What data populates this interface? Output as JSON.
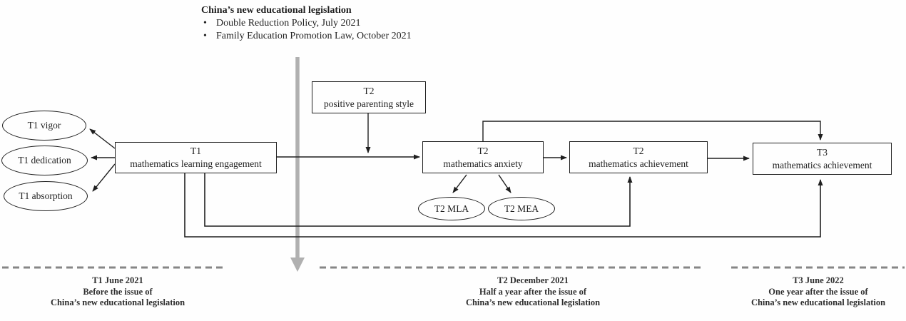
{
  "header": {
    "title": "China’s new educational legislation",
    "bullet_glyph": "•",
    "bullets": [
      "Double Reduction Policy, July 2021",
      "Family Education Promotion Law, October 2021"
    ]
  },
  "boxes": {
    "engagement": {
      "line1": "T1",
      "line2": "mathematics learning engagement"
    },
    "parenting": {
      "line1": "T2",
      "line2": "positive parenting style"
    },
    "anxiety": {
      "line1": "T2",
      "line2": "mathematics anxiety"
    },
    "achievement_t2": {
      "line1": "T2",
      "line2": "mathematics achievement"
    },
    "achievement_t3": {
      "line1": "T3",
      "line2": "mathematics achievement"
    }
  },
  "ellipses": {
    "vigor": "T1 vigor",
    "dedication": "T1 dedication",
    "absorption": "T1 absorption",
    "mla": "T2 MLA",
    "mea": "T2 MEA"
  },
  "timeline": {
    "t1": {
      "line1": "T1 June 2021",
      "line2": "Before the issue of",
      "line3": "China’s new educational legislation"
    },
    "t2": {
      "line1": "T2 December 2021",
      "line2": "Half a year after the issue of",
      "line3": "China’s new educational legislation"
    },
    "t3": {
      "line1": "T3 June 2022",
      "line2": "One year after the issue of",
      "line3": "China’s new educational legislation"
    }
  },
  "colors": {
    "line": "#1f1f1f",
    "gray_arrow": "#b0b0b0",
    "dashed_line": "#868686",
    "background": "#fefefe"
  }
}
